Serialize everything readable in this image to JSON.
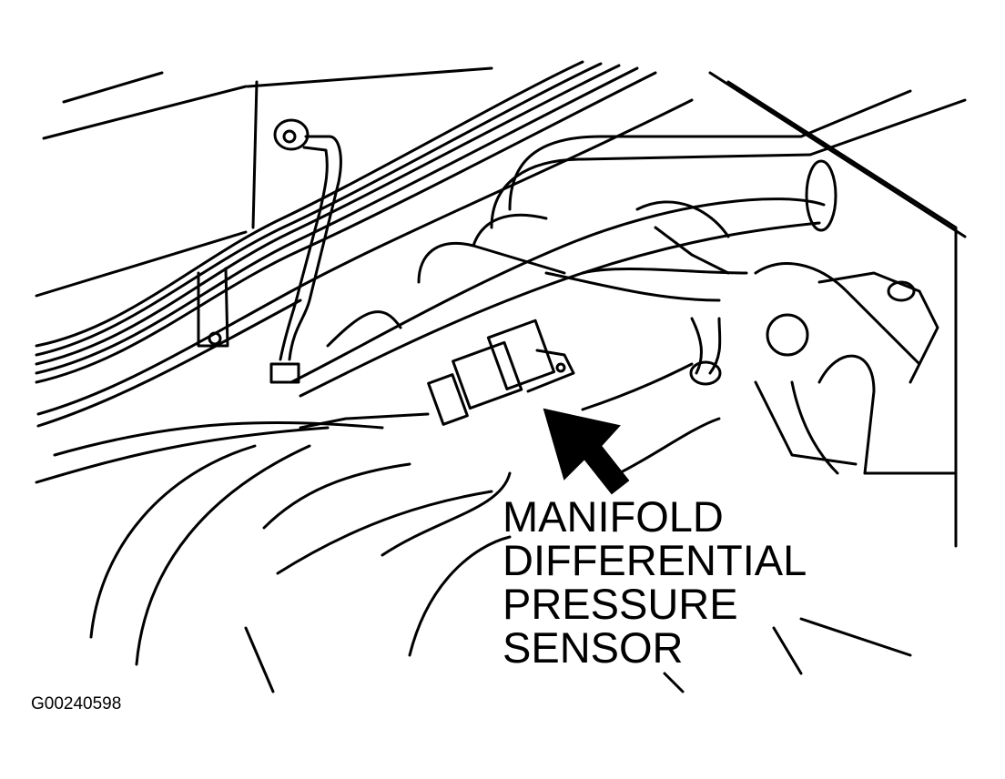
{
  "callout": {
    "lines": [
      "MANIFOLD",
      "DIFFERENTIAL",
      "PRESSURE",
      "SENSOR"
    ]
  },
  "figure_id": "G00240598",
  "colors": {
    "ink": "#000000",
    "paper": "#ffffff"
  }
}
